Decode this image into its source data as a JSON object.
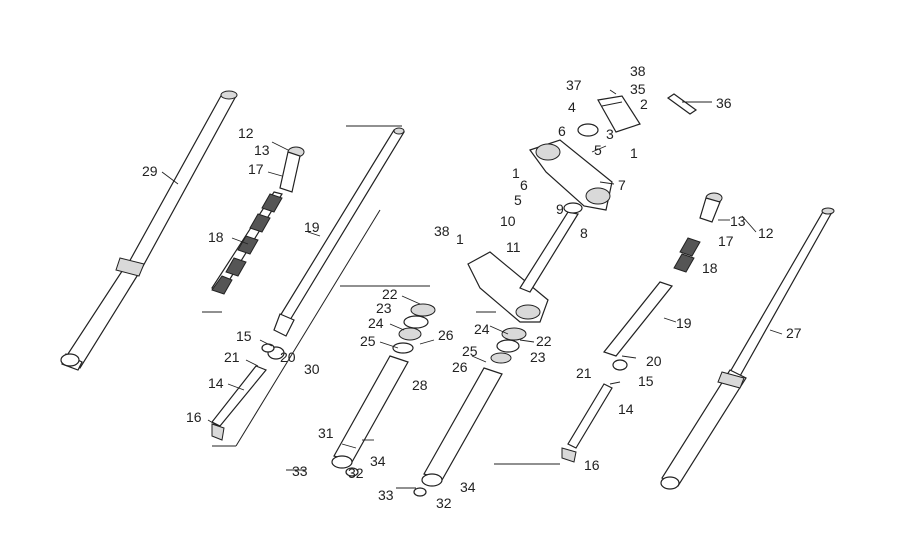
{
  "callouts": {
    "c_29": "29",
    "c_12a": "12",
    "c_13a": "13",
    "c_17a": "17",
    "c_18a": "18",
    "c_19a": "19",
    "c_15a": "15",
    "c_20a": "20",
    "c_21a": "21",
    "c_14a": "14",
    "c_16a": "16",
    "c_30": "30",
    "c_22a": "22",
    "c_23a": "23",
    "c_24a": "24",
    "c_25a": "25",
    "c_26a": "26",
    "c_31": "31",
    "c_33a": "33",
    "c_32a": "32",
    "c_34a": "34",
    "c_28": "28",
    "c_24b": "24",
    "c_25b": "25",
    "c_26b": "26",
    "c_22b": "22",
    "c_23b": "23",
    "c_34b": "34",
    "c_33b": "33",
    "c_32b": "32",
    "c_38a": "38",
    "c_1a": "1",
    "c_11": "11",
    "c_37": "37",
    "c_38b": "38",
    "c_35": "35",
    "c_4": "4",
    "c_2": "2",
    "c_36": "36",
    "c_6a": "6",
    "c_3": "3",
    "c_5a": "5",
    "c_1b": "1",
    "c_1c": "1",
    "c_7": "7",
    "c_6b": "6",
    "c_5b": "5",
    "c_10": "10",
    "c_9": "9",
    "c_8": "8",
    "c_13b": "13",
    "c_17b": "17",
    "c_12b": "12",
    "c_18b": "18",
    "c_19b": "19",
    "c_20b": "20",
    "c_21b": "21",
    "c_15b": "15",
    "c_14b": "14",
    "c_16b": "16",
    "c_27": "27"
  }
}
